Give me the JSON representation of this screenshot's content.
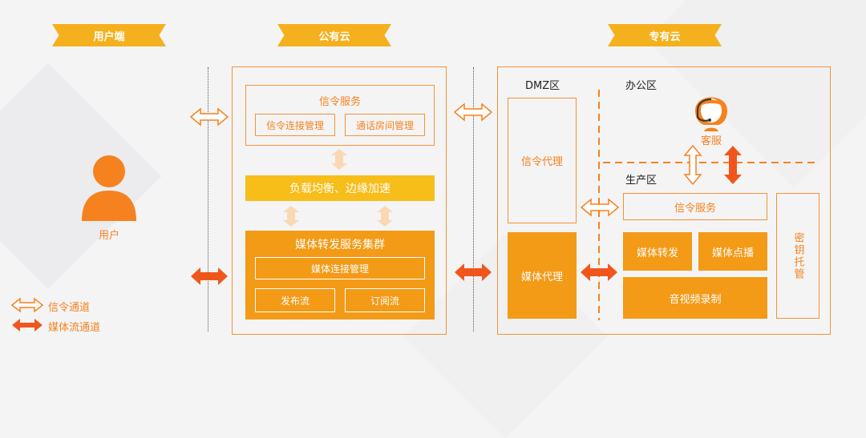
{
  "banners": {
    "user": "用户端",
    "public": "公有云",
    "private": "专有云"
  },
  "user": {
    "label": "用户"
  },
  "public": {
    "signal_title": "信令服务",
    "signal_conn": "信令连接管理",
    "call_room": "通话房间管理",
    "lb": "负载均衡、边缘加速",
    "media_cluster": "媒体转发服务集群",
    "media_conn": "媒体连接管理",
    "publish": "发布流",
    "subscribe": "订阅流"
  },
  "private": {
    "dmz": "DMZ区",
    "office": "办公区",
    "service": "客服",
    "production": "生产区",
    "signal_proxy": "信令代理",
    "media_proxy": "媒体代理",
    "signal_service": "信令服务",
    "media_forward": "媒体转发",
    "media_vod": "媒体点播",
    "av_record": "音视频录制",
    "key_custody": "密钥托管"
  },
  "legend": {
    "signal": "信令通道",
    "media": "媒体流通道"
  },
  "colors": {
    "orange": "#f5821e",
    "yellow": "#f5b01d",
    "fill": "#f39a16",
    "lb": "#f7bd19"
  }
}
